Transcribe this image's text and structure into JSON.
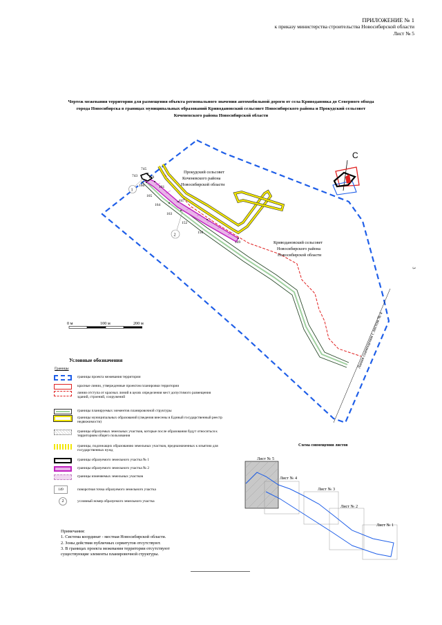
{
  "header": {
    "line1": "ПРИЛОЖЕНИЕ № 1",
    "line2": "к приказу министерства строительства Новосибирской области",
    "line3": "Лист № 5"
  },
  "title": "Чертеж межевания территории для размещения объекта регионального значения автомобильной дороги от села Криводановка до Северного обхода города Новосибирска в границах муниципальных образований Криводановский сельсовет Новосибирского района и Прокудский сельсовет Коченевского района Новосибирской области",
  "side_number": "3",
  "map": {
    "region_prokudsky": [
      "Прокудский сельсовет",
      "Коченевского района",
      "Новосибирской области"
    ],
    "region_krivodanovsky": [
      "Криводановский сельсовет",
      "Новосибирского района",
      "Новосибирской области"
    ],
    "sheet_line_label": "Линия совмещения с листом № 4",
    "north": "С",
    "points": [
      "745",
      "743",
      "159",
      "166",
      "161",
      "165",
      "147",
      "164",
      "163",
      "152",
      "150",
      "149"
    ],
    "plot_numbers": [
      "1",
      "2"
    ],
    "scale": [
      "0 м",
      "100 м",
      "200 м"
    ]
  },
  "legend": {
    "title": "Условные обозначения",
    "borders_caption": "Границы",
    "items": [
      "границы проекта межевания территории",
      "красные линии, утвержденные проектом планировки территории",
      "линии отступа от красных линий в целях определения мест допустимого размещения зданий, строений, сооружений",
      "границы планируемых элементов планировочной структуры",
      "границы муниципальных образований (сведения внесены в Единый государственный реестр недвижимости)",
      "границы образуемых земельных участков, которые после образования будут относиться к территориям общего пользования",
      "границы, подлежащих образованию земельных участков, предназначенных к изъятию для государственных нужд",
      "границы образуемого земельного участка № 1",
      "границы образуемого земельного участка № 2",
      "границы изменяемых земельных участков",
      "поворотная точка образуемого земельного участка",
      "условный номер образуемого земельного участка"
    ],
    "point_example": "149",
    "plot_example": "2"
  },
  "notes": {
    "title": "Примечания:",
    "items": [
      "1. Система координат - местная Новосибирской области.",
      "2. Зоны действия публичных сервитутов отсутствуют.",
      "3. В границах проекта межевания территории отсутствуют",
      "существующие элементы планировочной структуры."
    ]
  },
  "scheme": {
    "title": "Схема совмещения листов",
    "sheets": [
      "Лист № 5",
      "Лист № 4",
      "Лист № 3",
      "Лист № 2",
      "Лист № 1"
    ]
  },
  "colors": {
    "project_border": "#1e5ee8",
    "red_line": "#e02020",
    "green": "#3c8c3c",
    "yellow": "#f2e600",
    "magenta": "#c020c0",
    "pink": "#e8b4e8"
  }
}
